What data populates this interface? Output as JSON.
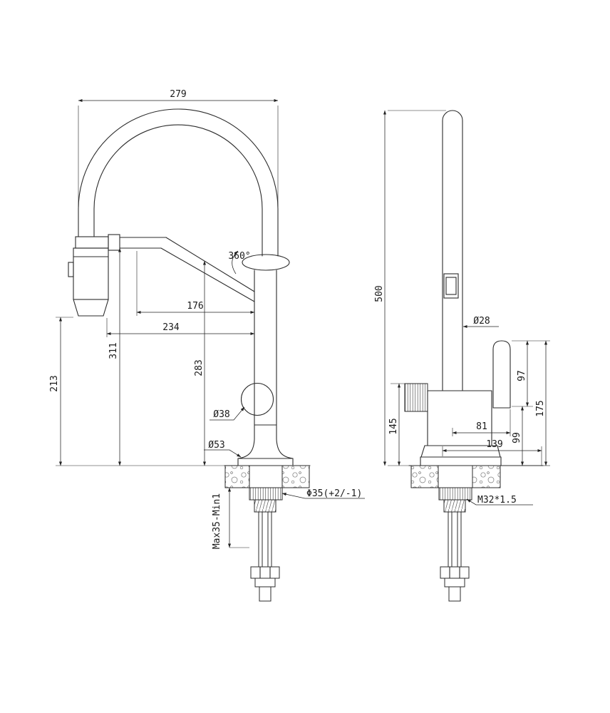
{
  "colors": {
    "ink": "#2b2b2b",
    "dim": "#222222",
    "background": "#ffffff"
  },
  "front": {
    "dims": {
      "top_width": "279",
      "swivel": "360°",
      "reach_inner": "176",
      "reach_outer": "234",
      "h_holder": "311",
      "h_spray": "213",
      "h_spout": "283",
      "body_dia": "Ø38",
      "base_dia": "Ø53",
      "hole_dia": "Φ35(+2/-1)",
      "deck_range": "Max35-Min1"
    }
  },
  "side": {
    "dims": {
      "total_height": "500",
      "spout_dia": "Ø28",
      "h_body": "145",
      "handle_len": "97",
      "h_handle_top": "175",
      "h_handle_pivot": "99",
      "handle_offset": "81",
      "depth": "139",
      "thread": "M32*1.5"
    }
  }
}
